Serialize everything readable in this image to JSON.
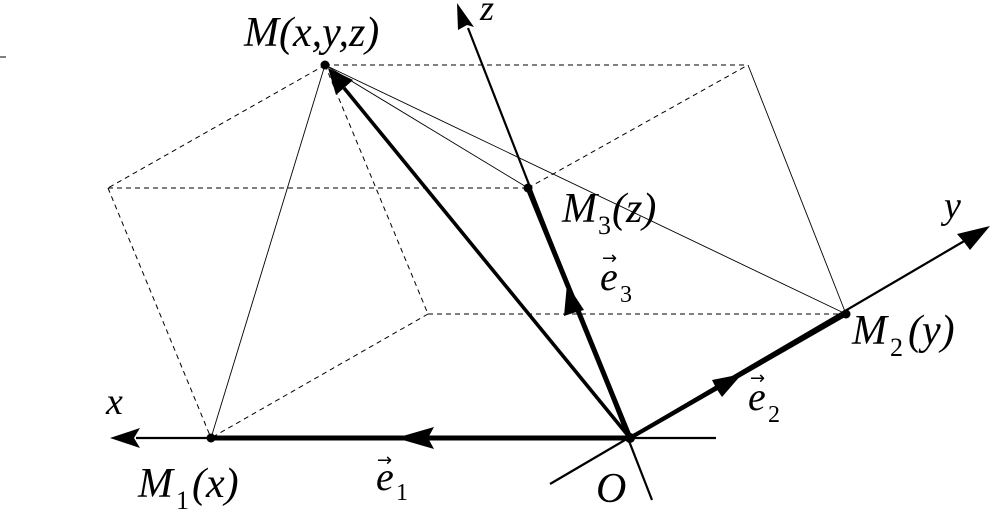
{
  "labels": {
    "point_m": "M(x,y,z)",
    "axis_z": "z",
    "axis_y": "y",
    "axis_x": "x",
    "point_m3": "M",
    "point_m3_sub": "3",
    "point_m3_arg": "(z)",
    "point_m2": "M",
    "point_m2_sub": "2",
    "point_m2_arg": "(y)",
    "point_m1": "M",
    "point_m1_sub": "1",
    "point_m1_arg": "(x)",
    "origin": "O",
    "vec_e1": "e",
    "vec_e1_sub": "1",
    "vec_e2": "e",
    "vec_e2_sub": "2",
    "vec_e3": "e",
    "vec_e3_sub": "3",
    "vec_arrow": "→"
  },
  "colors": {
    "ink": "#000000",
    "background": "#ffffff"
  }
}
